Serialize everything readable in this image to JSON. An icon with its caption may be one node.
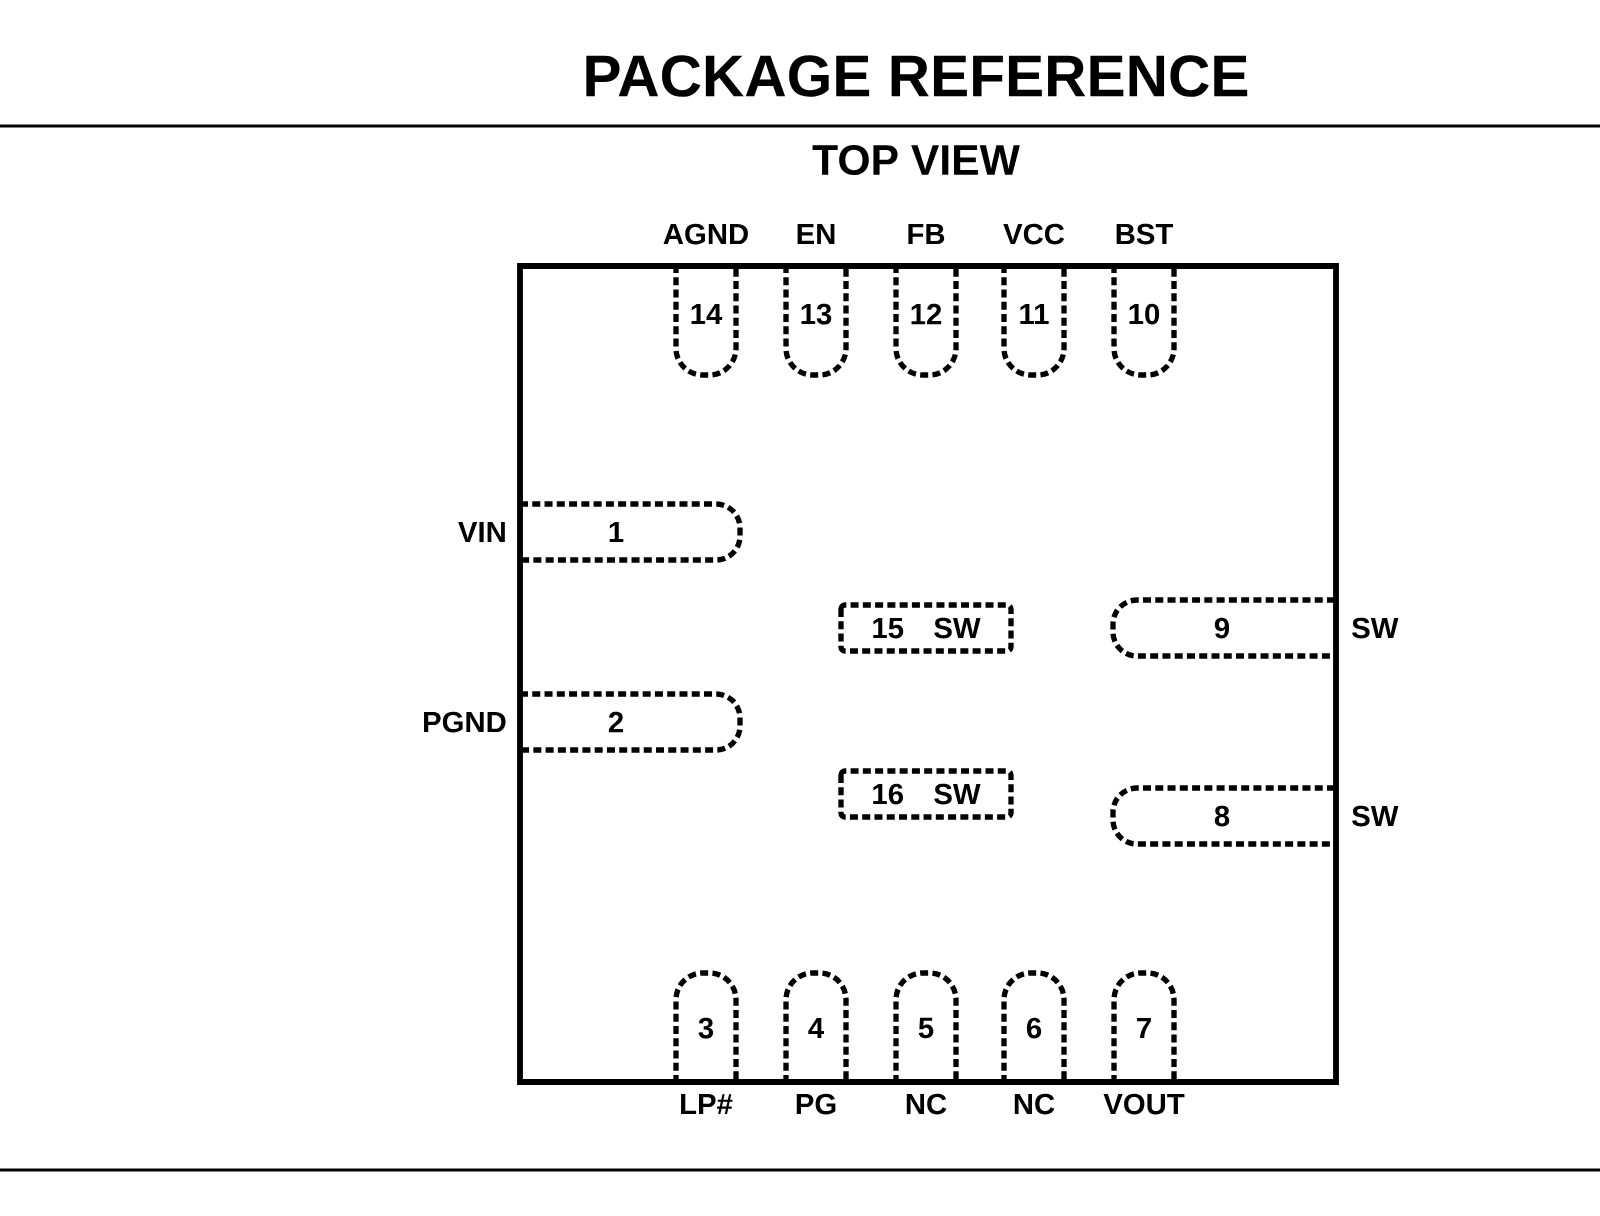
{
  "diagram": {
    "title": "PACKAGE REFERENCE",
    "nodes": [
      {
        "text": [],
        "shape": "box"
      },
      {
        "text": [
          "1"
        ],
        "in": 0,
        "beside": [
          "VIN"
        ]
      },
      {
        "text": [
          "2"
        ],
        "in": 0,
        "beside": [
          "PGND"
        ]
      },
      {
        "text": [
          "3"
        ],
        "in": 0,
        "beside": [
          "LP#"
        ]
      },
      {
        "text": [
          "4"
        ],
        "in": 0,
        "beside": [
          "PG"
        ]
      },
      {
        "text": [
          "5"
        ],
        "in": 0,
        "beside": [
          "NC"
        ]
      },
      {
        "text": [
          "6"
        ],
        "in": 0,
        "beside": [
          "NC"
        ]
      },
      {
        "text": [
          "7"
        ],
        "in": 0,
        "beside": [
          "VOUT"
        ]
      },
      {
        "text": [
          "8"
        ],
        "in": 0,
        "beside": [
          "SW"
        ]
      },
      {
        "text": [
          "9"
        ],
        "in": 0,
        "beside": [
          "SW"
        ]
      },
      {
        "text": [
          "10"
        ],
        "in": 0,
        "beside": [
          "BST"
        ]
      },
      {
        "text": [
          "11"
        ],
        "in": 0,
        "beside": [
          "VCC"
        ]
      },
      {
        "text": [
          "12"
        ],
        "in": 0,
        "beside": [
          "FB"
        ]
      },
      {
        "text": [
          "13"
        ],
        "in": 0,
        "beside": [
          "EN"
        ]
      },
      {
        "text": [
          "14"
        ],
        "in": 0,
        "beside": [
          "AGND"
        ]
      },
      {
        "text": [
          "15",
          "SW"
        ],
        "in": 0
      },
      {
        "text": [
          "16",
          "SW"
        ],
        "in": 0
      }
    ],
    "labels": [
      "TOP VIEW"
    ]
  }
}
